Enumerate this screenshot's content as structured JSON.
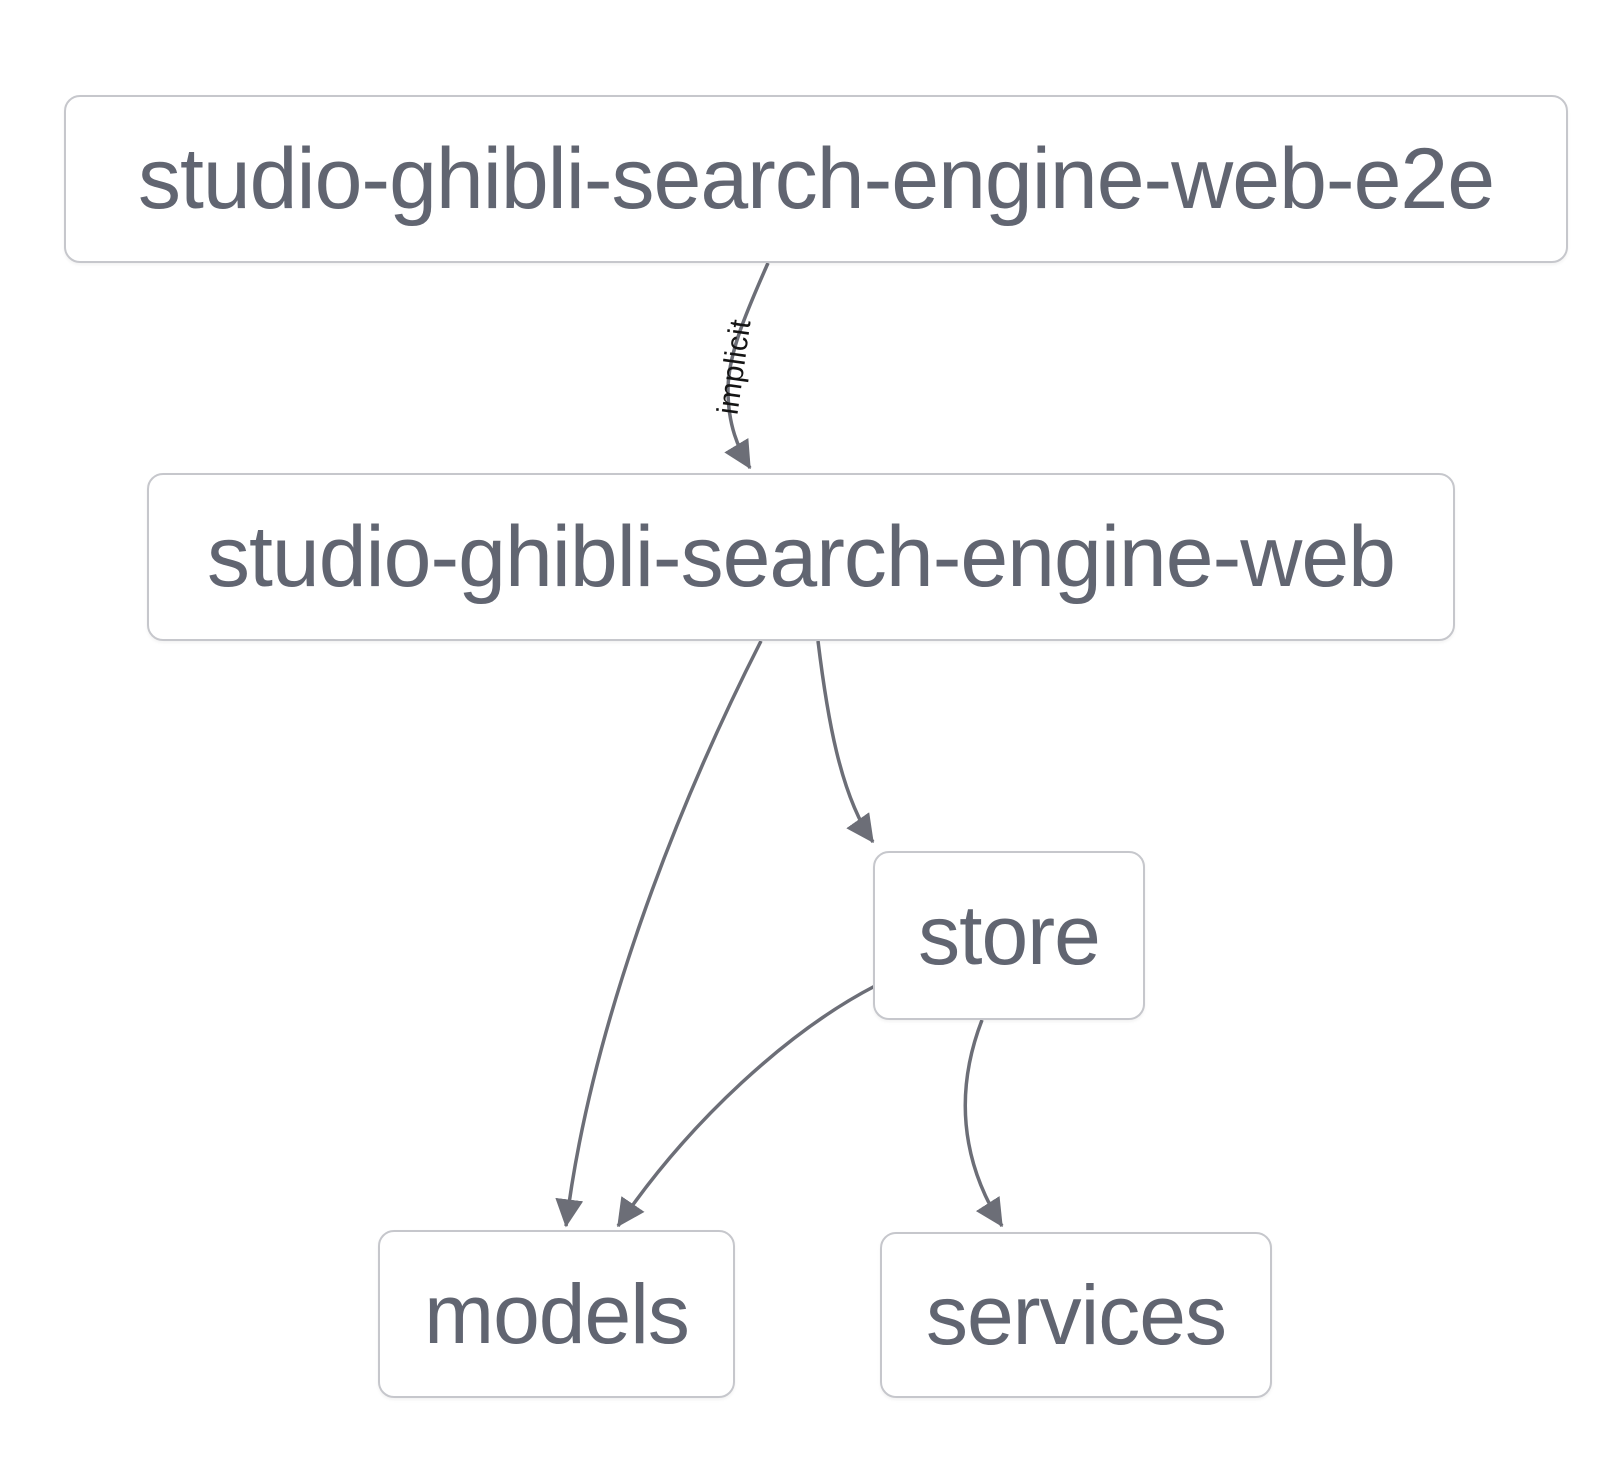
{
  "diagram": {
    "type": "dependency-graph",
    "nodes": [
      {
        "id": "studio-ghibli-search-engine-web-e2e",
        "label": "studio-ghibli-search-engine-web-e2e"
      },
      {
        "id": "studio-ghibli-search-engine-web",
        "label": "studio-ghibli-search-engine-web"
      },
      {
        "id": "store",
        "label": "store"
      },
      {
        "id": "models",
        "label": "models"
      },
      {
        "id": "services",
        "label": "services"
      }
    ],
    "edges": [
      {
        "from": "studio-ghibli-search-engine-web-e2e",
        "to": "studio-ghibli-search-engine-web",
        "label": "implicit"
      },
      {
        "from": "studio-ghibli-search-engine-web",
        "to": "models",
        "label": ""
      },
      {
        "from": "studio-ghibli-search-engine-web",
        "to": "store",
        "label": ""
      },
      {
        "from": "store",
        "to": "models",
        "label": ""
      },
      {
        "from": "store",
        "to": "services",
        "label": ""
      }
    ]
  },
  "theme": {
    "background": "#ffffff",
    "node_border": "#c6c7cc",
    "node_fill": "#ffffff",
    "node_text": "#616571",
    "edge_color": "#6c6e77",
    "edge_label_color": "#141414"
  }
}
